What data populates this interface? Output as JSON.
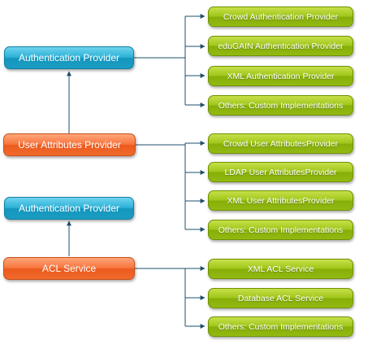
{
  "nodes": {
    "auth_provider_top": "Authentication Provider",
    "user_attributes_provider": "User Attributes Provider",
    "auth_provider_bottom": "Authentication Provider",
    "acl_service": "ACL Service"
  },
  "auth_group": [
    "Crowd Authentication Provider",
    "eduGAIN Authentication Provider",
    "XML Authentication Provider",
    "Others: Custom Implementations"
  ],
  "attributes_group": [
    "Crowd User AttributesProvider",
    "LDAP User AttributesProvider",
    "XML User AttributesProvider",
    "Others: Custom Implementations"
  ],
  "acl_group": [
    "XML ACL Service",
    "Database ACL Service",
    "Others: Custom Implementations"
  ],
  "colors": {
    "main_blue": "#2bb0d6",
    "main_orange": "#f7743d",
    "impl_green": "#9fc61a",
    "connector": "#1f4f6b"
  }
}
